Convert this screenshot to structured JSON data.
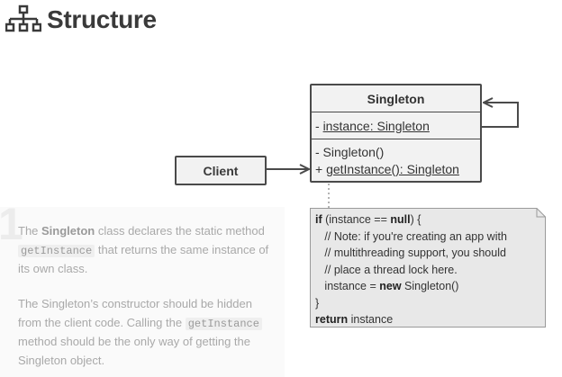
{
  "header": {
    "title": "Structure",
    "icon": "hierarchy-icon"
  },
  "description": {
    "step_number": "1",
    "paragraph1": {
      "text_before": "The ",
      "bold": "Singleton",
      "text_mid": " class declares the static method ",
      "code": "getInstance",
      "text_after": " that returns the same instance of its own class."
    },
    "paragraph2": {
      "text_before": "The Singleton’s constructor should be hidden from the client code. Calling the ",
      "code": "getInstance",
      "text_after": " method should be the only way of getting the Singleton object."
    }
  },
  "diagram": {
    "client": {
      "name": "Client"
    },
    "singleton": {
      "name": "Singleton",
      "attribute_prefix": "- ",
      "attribute": "instance: Singleton",
      "operation1": "- Singleton()",
      "operation2_prefix": "+ ",
      "operation2": "getInstance(): Singleton"
    },
    "note": {
      "line1_kw": "if",
      "line1_mid": " (instance == ",
      "line1_kw2": "null",
      "line1_end": ") {",
      "line2": "   // Note: if you're creating an app with",
      "line3": "   // multithreading support, you should",
      "line4": "   // place a thread lock here.",
      "line5_pre": "   instance = ",
      "line5_kw": "new",
      "line5_end": " Singleton()",
      "line6": "}",
      "line7_kw": "return",
      "line7_end": " instance"
    },
    "colors": {
      "box_fill": "#f2f2f2",
      "stroke": "#4a4a4a",
      "note_fill": "#e8e8e8"
    }
  }
}
